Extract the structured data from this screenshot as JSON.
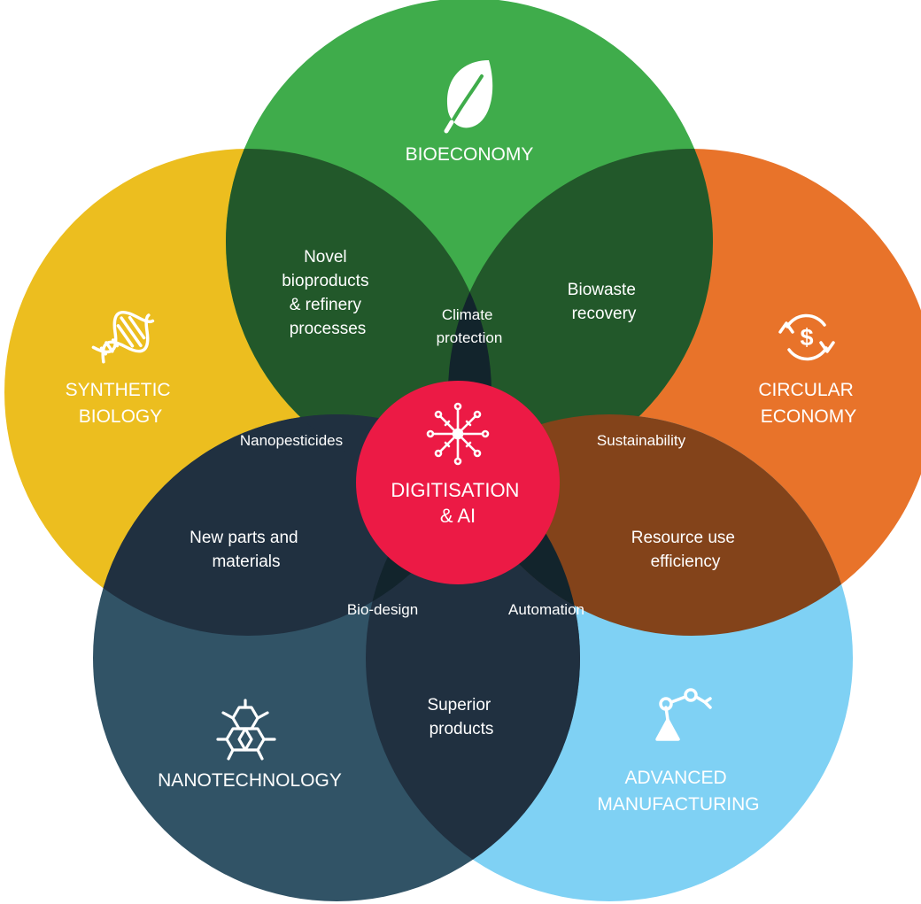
{
  "colors": {
    "bioeconomy": "#3fac4b",
    "circular_economy": "#e8732a",
    "advanced_manufacturing": "#7fd1f4",
    "nanotechnology": "#315366",
    "synthetic_biology": "#ecbe1f",
    "center": "#ec1a45",
    "overlap_green": "#22582a",
    "overlap_dark": "#203040",
    "overlap_brown": "#83431a",
    "core_dark": "#12242c"
  },
  "circles": {
    "bioeconomy": {
      "label": [
        "BIOECONOMY"
      ],
      "icon": "leaf-icon"
    },
    "circular_economy": {
      "label": [
        "CIRCULAR",
        "ECONOMY"
      ],
      "icon": "circular-dollar-icon"
    },
    "advanced_manufacturing": {
      "label": [
        "ADVANCED",
        "MANUFACTURING"
      ],
      "icon": "robot-arm-icon"
    },
    "nanotechnology": {
      "label": [
        "NANOTECHNOLOGY"
      ],
      "icon": "hexagon-network-icon"
    },
    "synthetic_biology": {
      "label": [
        "SYNTHETIC",
        "BIOLOGY"
      ],
      "icon": "dna-icon"
    }
  },
  "center": {
    "label": [
      "DIGITISATION",
      "& AI"
    ],
    "icon": "network-hub-icon"
  },
  "overlaps": {
    "novel_bioproducts": [
      "Novel",
      "bioproducts",
      "& refinery",
      "processes"
    ],
    "biowaste_recovery": [
      "Biowaste",
      "recovery"
    ],
    "climate_protection": [
      "Climate",
      "protection"
    ],
    "nanopesticides": [
      "Nanopesticides"
    ],
    "sustainability": [
      "Sustainability"
    ],
    "new_parts_materials": [
      "New parts and",
      "materials"
    ],
    "resource_use_efficiency": [
      "Resource use",
      "efficiency"
    ],
    "bio_design": [
      "Bio-design"
    ],
    "automation": [
      "Automation"
    ],
    "superior_products": [
      "Superior",
      "products"
    ]
  }
}
